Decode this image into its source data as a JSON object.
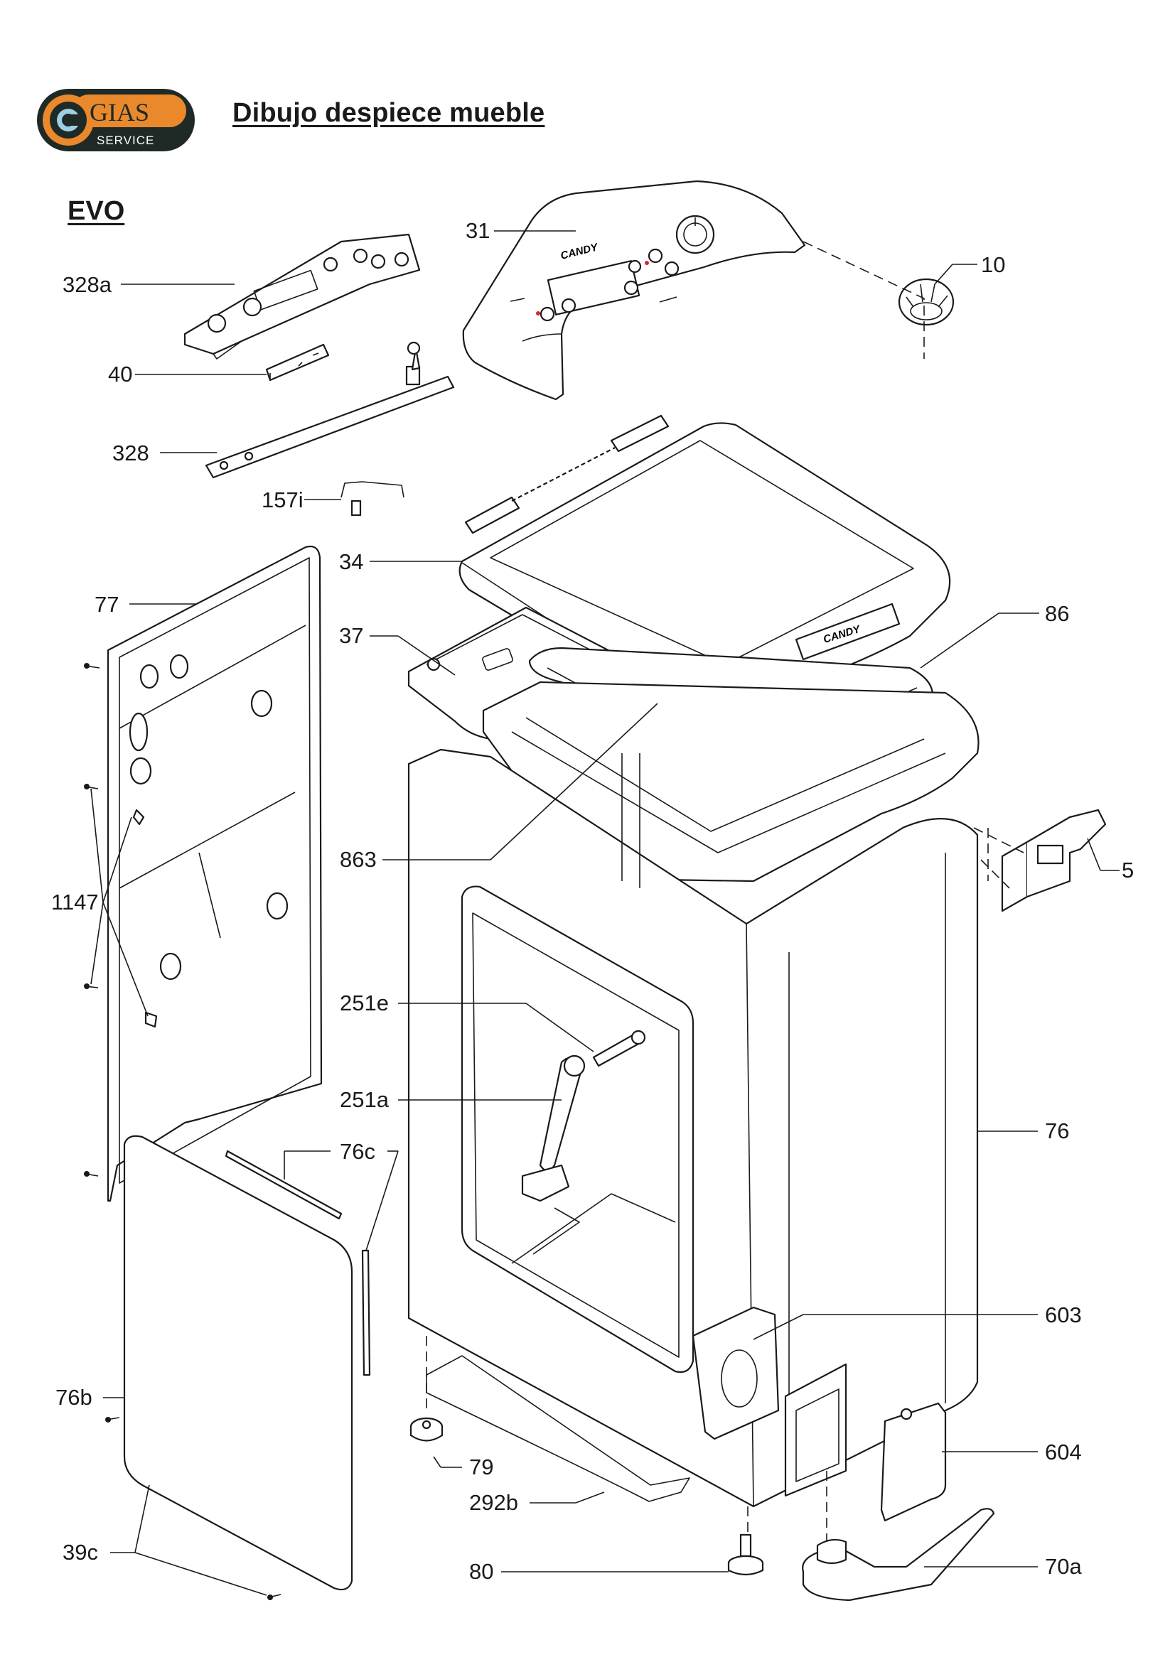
{
  "header": {
    "logo_text": "GIAS",
    "logo_subtext": "SERVICE",
    "title": "Dibujo despiece mueble",
    "model": "EVO"
  },
  "brand_marks": [
    "CANDY",
    "CANDY"
  ],
  "parts": [
    {
      "ref": "31"
    },
    {
      "ref": "10"
    },
    {
      "ref": "328a"
    },
    {
      "ref": "40"
    },
    {
      "ref": "328"
    },
    {
      "ref": "157i"
    },
    {
      "ref": "34"
    },
    {
      "ref": "77"
    },
    {
      "ref": "37"
    },
    {
      "ref": "86"
    },
    {
      "ref": "863"
    },
    {
      "ref": "5"
    },
    {
      "ref": "1147"
    },
    {
      "ref": "251e"
    },
    {
      "ref": "251a"
    },
    {
      "ref": "76c"
    },
    {
      "ref": "76"
    },
    {
      "ref": "603"
    },
    {
      "ref": "604"
    },
    {
      "ref": "76b"
    },
    {
      "ref": "79"
    },
    {
      "ref": "292b"
    },
    {
      "ref": "39c"
    },
    {
      "ref": "80"
    },
    {
      "ref": "70a"
    }
  ],
  "colors": {
    "logo_dark": "#1f2a26",
    "logo_orange": "#e9892b",
    "line": "#1a1a1a"
  }
}
